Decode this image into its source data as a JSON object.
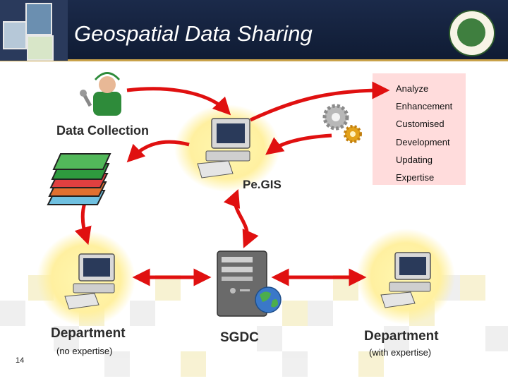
{
  "header": {
    "title": "Geospatial Data Sharing"
  },
  "center": {
    "label": "Pe.GIS"
  },
  "data_collection": {
    "label": "Data Collection"
  },
  "services": {
    "items": [
      "Analyze",
      "Enhancement",
      "Customised",
      "Development",
      "Updating",
      "Expertise"
    ]
  },
  "server": {
    "label": "SGDC"
  },
  "dept_left": {
    "label": "Department",
    "sub": "(no expertise)"
  },
  "dept_right": {
    "label": "Department",
    "sub": "(with expertise)"
  },
  "page": {
    "number": "14"
  },
  "colors": {
    "header": "#1b2a4a",
    "arrow": "#e01010",
    "glow": "#ffef8a",
    "panel": "#ffd0d0"
  }
}
